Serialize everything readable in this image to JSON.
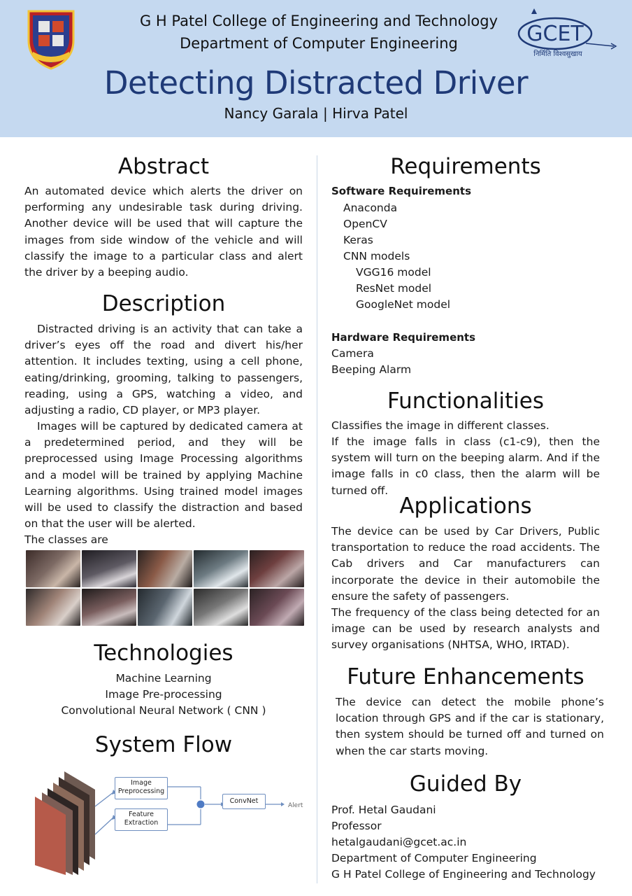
{
  "header": {
    "college_name": "G H Patel College of Engineering and Technology",
    "department": "Department of Computer Engineering",
    "title": "Detecting Distracted Driver",
    "authors": "Nancy Garala | Hirva Patel",
    "logo_right_text": "GCET",
    "logo_right_tagline": "निर्मिति विश्वसुखाय"
  },
  "abstract": {
    "heading": "Abstract",
    "text": "An automated device which alerts the driver on performing any undesirable task during driving. Another device will be used that will capture the images from side window of the vehicle and will classify the image to a particular class and alert the driver by a beeping audio."
  },
  "description": {
    "heading": "Description",
    "para1": "Distracted driving is an activity that can take a driver’s eyes off the road and divert his/her attention. It includes texting, using a cell phone, eating/drinking, grooming, talking to passengers, reading, using a GPS, watching a video, and adjusting a radio, CD player, or MP3 player.",
    "para2": "Images will be captured by dedicated camera at a predetermined period, and they will be preprocessed using Image Processing algorithms and a model will be trained by applying Machine Learning algorithms. Using trained model images will be used to classify the distraction and based on that the user will be alerted.",
    "classes_intro": "The classes are"
  },
  "technologies": {
    "heading": "Technologies",
    "items": [
      "Machine Learning",
      "Image Pre-processing",
      "Convolutional Neural Network ( CNN )"
    ]
  },
  "system_flow": {
    "heading": "System Flow",
    "box_image": "Image Preprocessing",
    "box_feature": "Feature Extraction",
    "box_convnet": "ConvNet",
    "alert": "Alert"
  },
  "requirements": {
    "heading": "Requirements",
    "software_heading": "Software Requirements",
    "software": [
      "Anaconda",
      "OpenCV",
      "Keras",
      "CNN models"
    ],
    "cnn_models": [
      "VGG16 model",
      "ResNet model",
      "GoogleNet model"
    ],
    "hardware_heading": "Hardware Requirements",
    "hardware": [
      "Camera",
      "Beeping Alarm"
    ]
  },
  "functionalities": {
    "heading": "Functionalities",
    "text1": "Classifies the image in different classes.",
    "text2": "If the image falls in class (c1-c9), then the system will turn on the beeping alarm. And if the image falls in c0 class, then the alarm will be turned off."
  },
  "applications": {
    "heading": "Applications",
    "text1": "The device can be used by Car Drivers, Public transportation to reduce the road accidents. The Cab drivers and Car manufacturers can incorporate the device in their automobile the ensure the safety of passengers.",
    "text2": "The frequency of the class being detected for an image can be used by research analysts and survey organisations (NHTSA, WHO, IRTAD)."
  },
  "future": {
    "heading": "Future Enhancements",
    "text": "The device can detect the mobile phone’s location through GPS and if the car is stationary, then system should be turned off and turned on when the car starts moving."
  },
  "guided_by": {
    "heading": "Guided By",
    "lines": [
      "Prof. Hetal Gaudani",
      "Professor",
      "hetalgaudani@gcet.ac.in",
      "Department of Computer Engineering",
      "G H Patel College of Engineering and Technology"
    ]
  }
}
